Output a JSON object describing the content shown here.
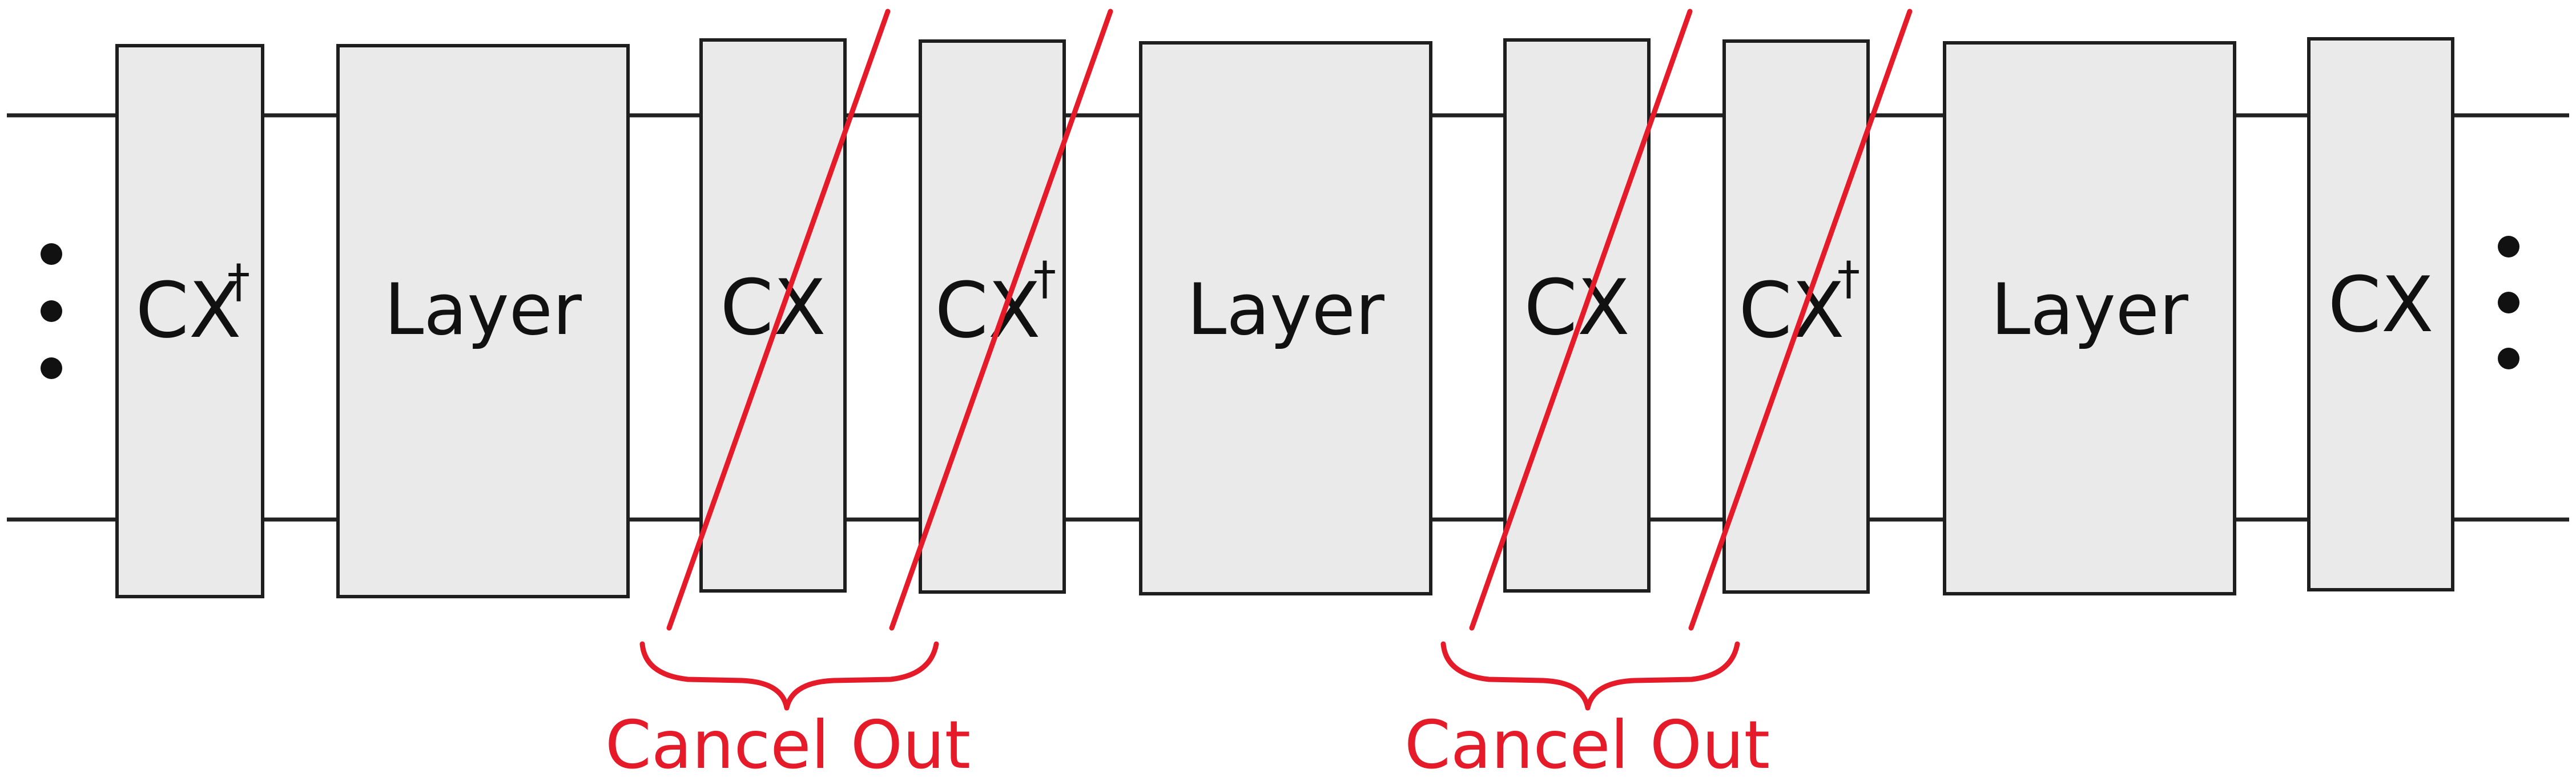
{
  "diagram": {
    "gates": [
      {
        "name": "cx-dagger-gate-1",
        "label": "CX",
        "dagger": "†",
        "kind": "cx",
        "cancelled": false
      },
      {
        "name": "layer-gate-1",
        "label": "Layer",
        "dagger": "",
        "kind": "layer",
        "cancelled": false
      },
      {
        "name": "cx-gate-1",
        "label": "CX",
        "dagger": "",
        "kind": "cx",
        "cancelled": true
      },
      {
        "name": "cx-dagger-gate-2",
        "label": "CX",
        "dagger": "†",
        "kind": "cx",
        "cancelled": true
      },
      {
        "name": "layer-gate-2",
        "label": "Layer",
        "dagger": "",
        "kind": "layer",
        "cancelled": false
      },
      {
        "name": "cx-gate-2",
        "label": "CX",
        "dagger": "",
        "kind": "cx",
        "cancelled": true
      },
      {
        "name": "cx-dagger-gate-3",
        "label": "CX",
        "dagger": "†",
        "kind": "cx",
        "cancelled": true
      },
      {
        "name": "layer-gate-3",
        "label": "Layer",
        "dagger": "",
        "kind": "layer",
        "cancelled": false
      },
      {
        "name": "cx-gate-3",
        "label": "CX",
        "dagger": "",
        "kind": "cx",
        "cancelled": false
      }
    ],
    "cancel_groups": [
      {
        "label": "Cancel Out",
        "gates": [
          "cx-gate-1",
          "cx-dagger-gate-2"
        ]
      },
      {
        "label": "Cancel Out",
        "gates": [
          "cx-gate-2",
          "cx-dagger-gate-3"
        ]
      }
    ],
    "colors": {
      "gate_fill": "#eaeaea",
      "gate_stroke": "#1e1e1e",
      "wire": "#222222",
      "annotation": "#e51b2a"
    }
  }
}
